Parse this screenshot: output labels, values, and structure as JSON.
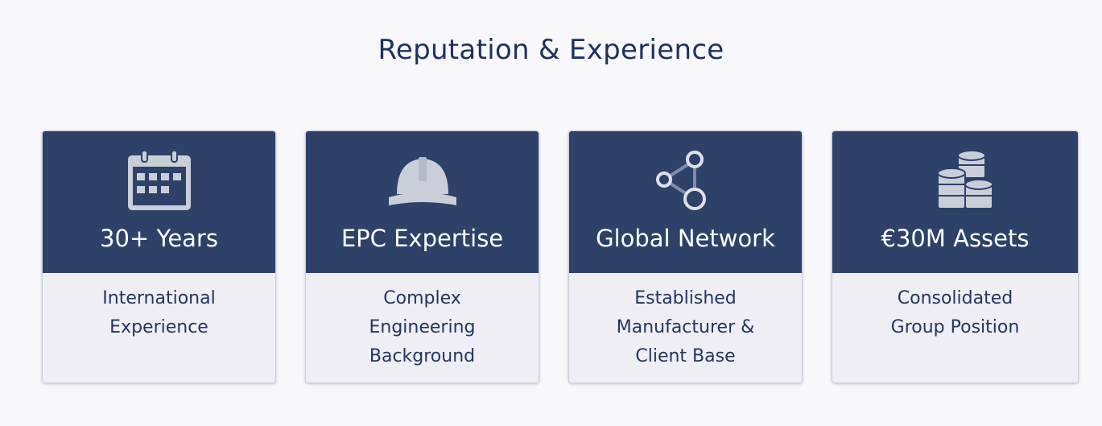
{
  "page": {
    "title": "Reputation & Experience"
  },
  "cards": [
    {
      "icon": "calendar-icon",
      "heading": "30+ Years",
      "lines": [
        "International",
        "Experience"
      ]
    },
    {
      "icon": "hard-hat-icon",
      "heading": "EPC Expertise",
      "lines": [
        "Complex",
        "Engineering",
        "Background"
      ]
    },
    {
      "icon": "network-icon",
      "heading": "Global Network",
      "lines": [
        "Established",
        "Manufacturer &",
        "Client Base"
      ]
    },
    {
      "icon": "coins-icon",
      "heading": "€30M Assets",
      "lines": [
        "Consolidated",
        "Group Position"
      ]
    }
  ],
  "colors": {
    "header": "#2d4169",
    "body": "#eeeef4",
    "title": "#1f3160"
  }
}
